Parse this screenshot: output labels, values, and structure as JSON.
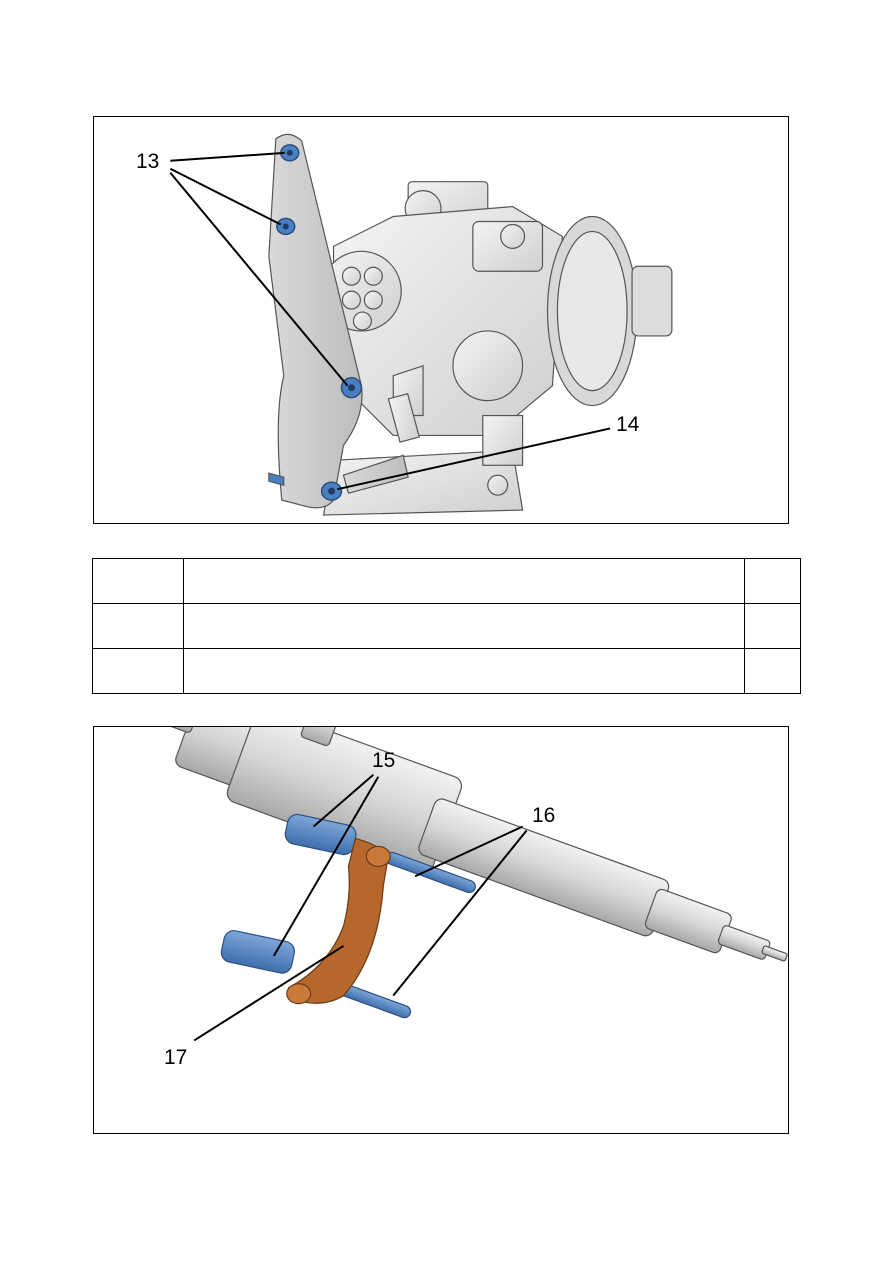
{
  "figure_top": {
    "callouts": [
      "13",
      "14"
    ],
    "colors": {
      "fastener": "#4a7fc0",
      "part": "#e6e6e6",
      "outline": "#555555"
    }
  },
  "spec_table": {
    "rows": [
      {
        "col1": "",
        "col2": "",
        "col3": ""
      },
      {
        "col1": "",
        "col2": "",
        "col3": ""
      },
      {
        "col1": "",
        "col2": "",
        "col3": ""
      }
    ]
  },
  "figure_bottom": {
    "callouts": [
      "15",
      "16",
      "17"
    ],
    "colors": {
      "fastener": "#4a7fc0",
      "clamp": "#b5672c",
      "part": "#dcdcdc",
      "outline": "#555555"
    }
  }
}
